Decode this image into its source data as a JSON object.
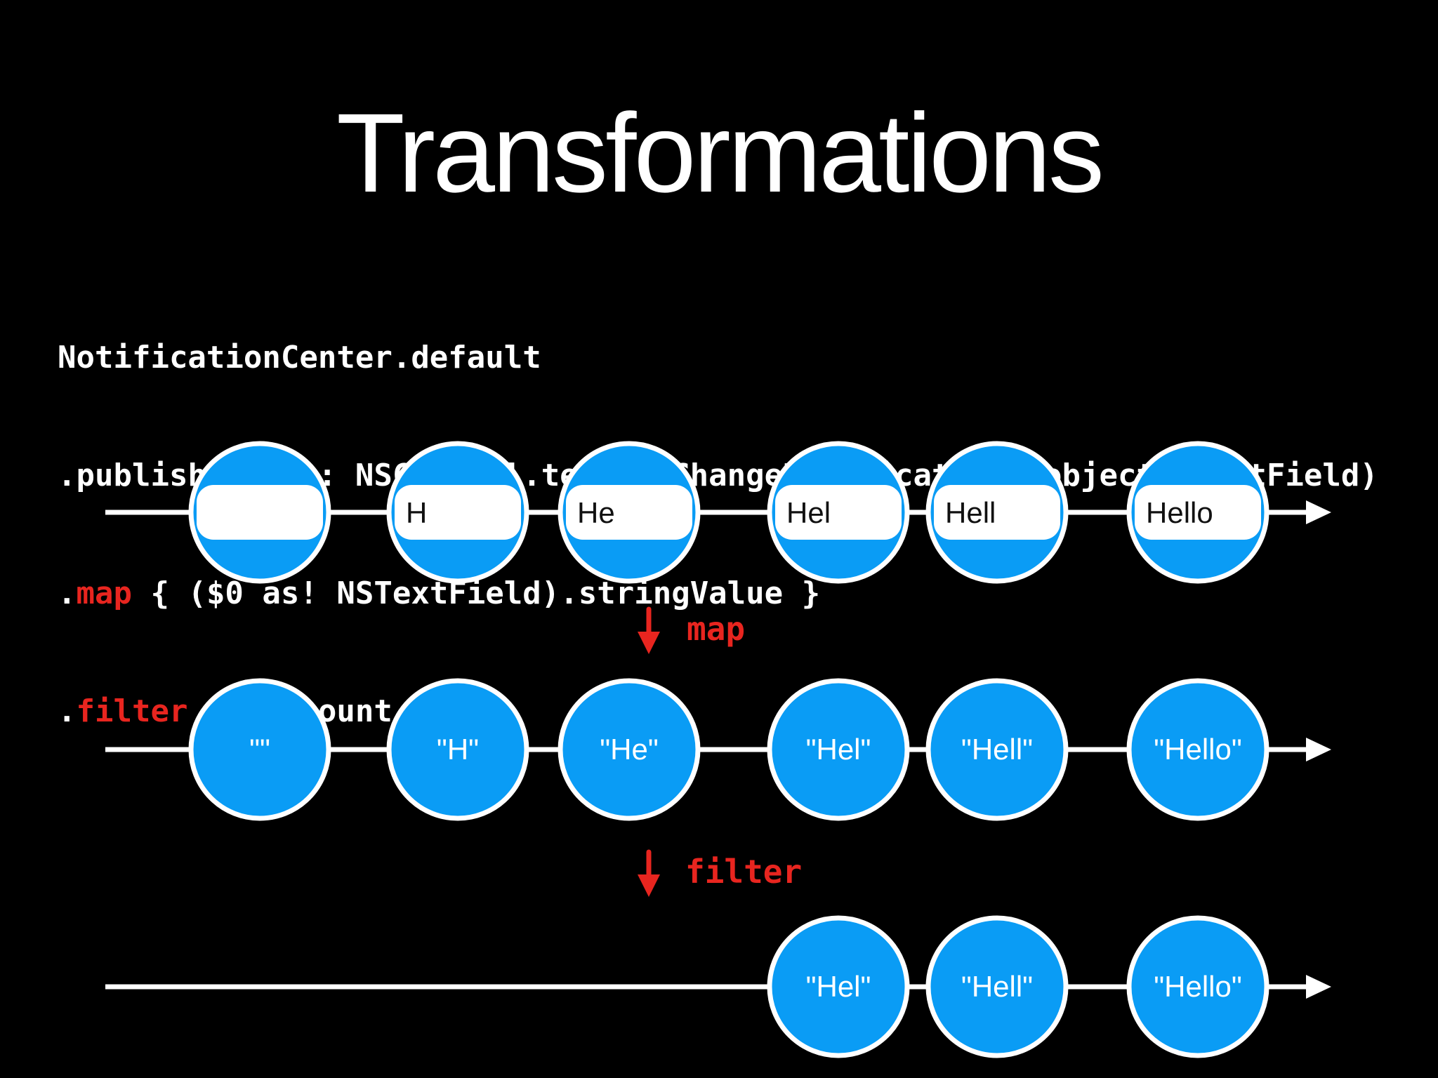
{
  "title": "Transformations",
  "code": {
    "line1": "NotificationCenter.default",
    "line2": ".publisher(for: NSControl.textDidChangeNotification, object: textField)",
    "line3_dot": ".",
    "line3_kw": "map",
    "line3_rest": " { ($0 as! NSTextField).stringValue }",
    "line4_dot": ".",
    "line4_kw": "filter",
    "line4_rest": " { $0.count > 2 }"
  },
  "operators": {
    "map_label": "map",
    "filter_label": "filter"
  },
  "streams": [
    {
      "kind": "textfield",
      "events": [
        "",
        "H",
        "He",
        "Hel",
        "Hell",
        "Hello"
      ]
    },
    {
      "kind": "string",
      "events": [
        "\"\"",
        "\"H\"",
        "\"He\"",
        "\"Hel\"",
        "\"Hell\"",
        "\"Hello\""
      ]
    },
    {
      "kind": "string",
      "events": [
        "\"Hel\"",
        "\"Hell\"",
        "\"Hello\""
      ]
    }
  ],
  "colors": {
    "background": "#000000",
    "marble_fill": "#0a9cf5",
    "marble_stroke": "#ffffff",
    "accent_red": "#e8251f",
    "text_white": "#ffffff",
    "textfield_text": "#111111"
  }
}
